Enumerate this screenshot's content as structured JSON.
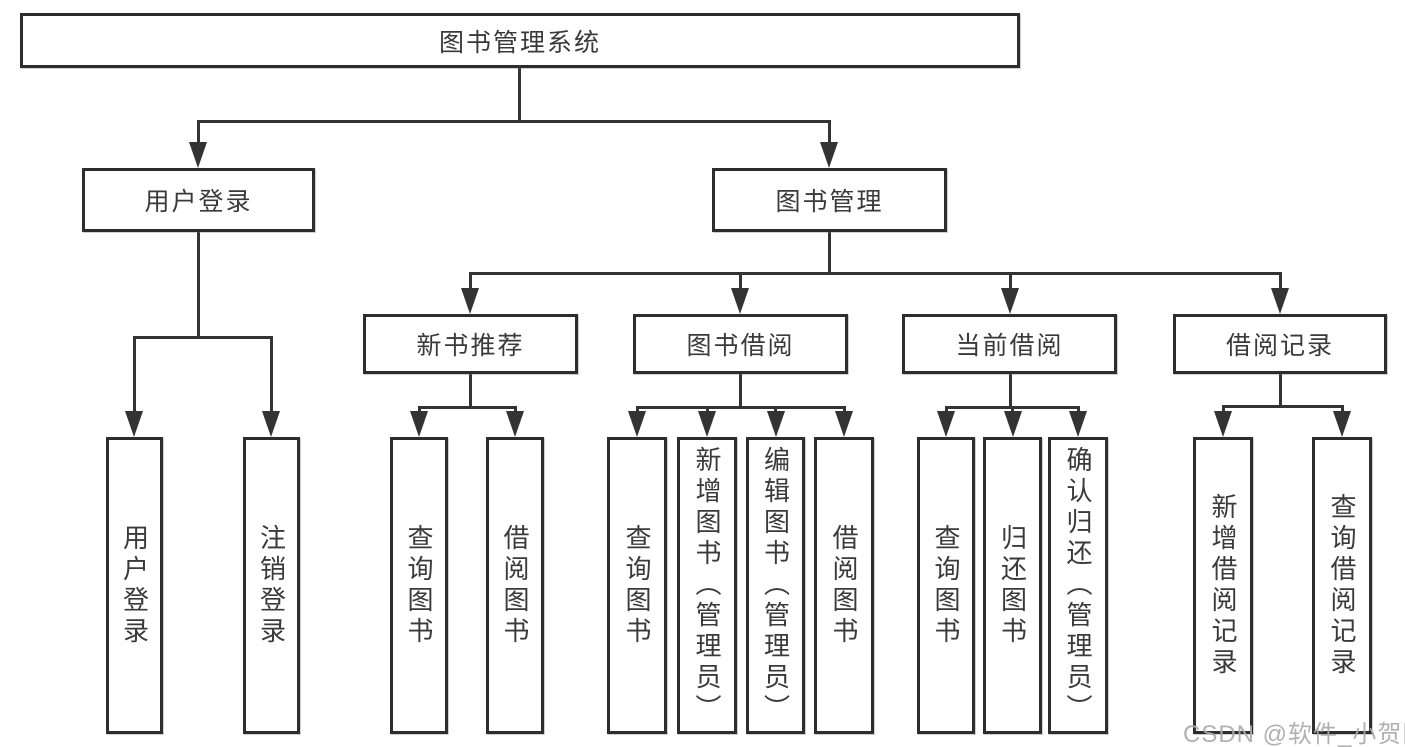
{
  "diagram": {
    "root": {
      "label": "图书管理系统"
    },
    "level2": [
      {
        "label": "用户登录",
        "children": [
          {
            "label": "用户登录"
          },
          {
            "label": "注销登录"
          }
        ]
      },
      {
        "label": "图书管理",
        "sections": [
          {
            "label": "新书推荐",
            "children": [
              {
                "label": "查询图书"
              },
              {
                "label": "借阅图书"
              }
            ]
          },
          {
            "label": "图书借阅",
            "children": [
              {
                "label": "查询图书"
              },
              {
                "label": "新增图书（管理员）"
              },
              {
                "label": "编辑图书（管理员）"
              },
              {
                "label": "借阅图书"
              }
            ]
          },
          {
            "label": "当前借阅",
            "children": [
              {
                "label": "查询图书"
              },
              {
                "label": "归还图书"
              },
              {
                "label": "确认归还（管理员）"
              }
            ]
          },
          {
            "label": "借阅记录",
            "children": [
              {
                "label": "新增借阅记录"
              },
              {
                "label": "查询借阅记录"
              }
            ]
          }
        ]
      }
    ],
    "watermark": "CSDN @软件_小贺同学",
    "colors": {
      "line": "#333333",
      "box_border": "#2d2d2d",
      "text": "#3a3a3a",
      "watermark": "#ababab",
      "background": "#ffffff"
    }
  }
}
